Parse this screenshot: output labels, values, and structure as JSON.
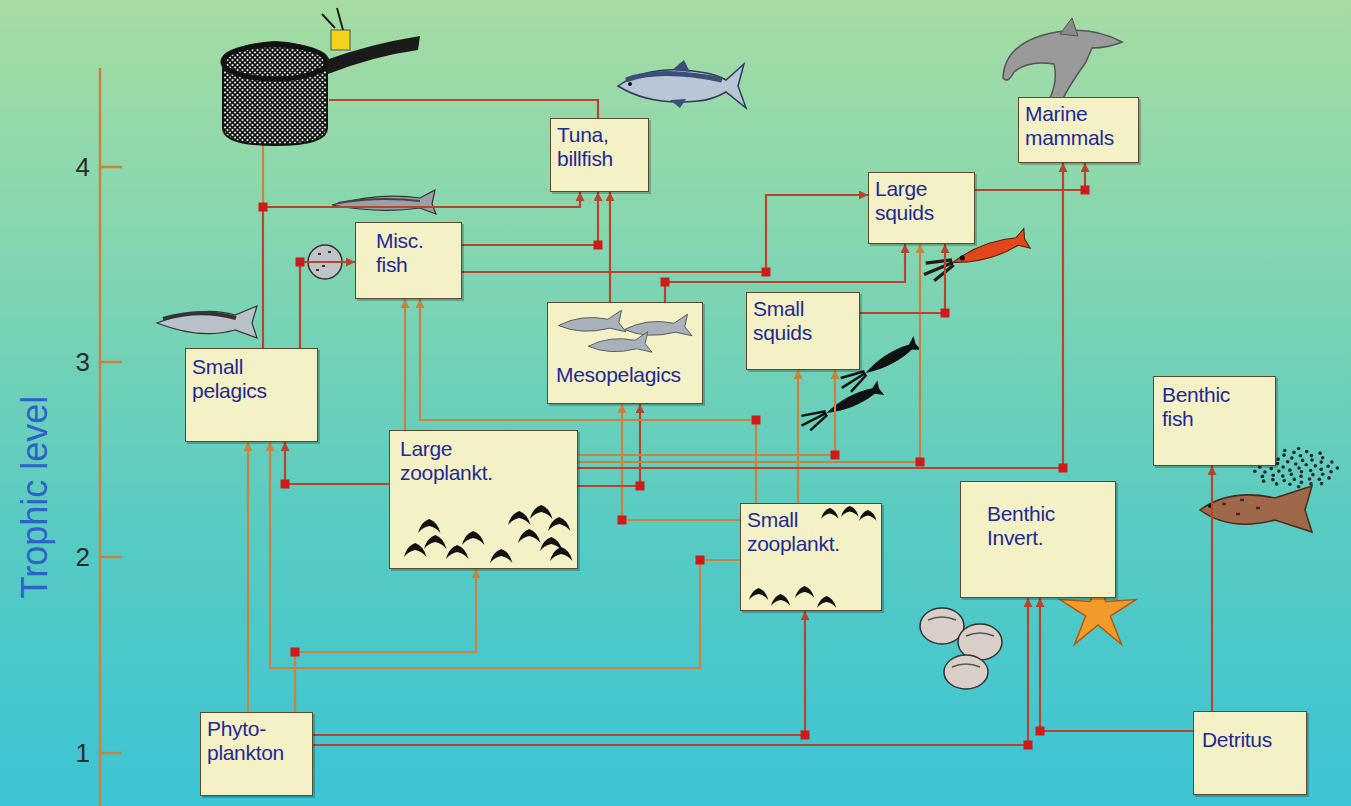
{
  "diagram": {
    "nodes": [
      {
        "text": [
          "Tuna, billfish"
        ]
      },
      {
        "text": [
          "Marine mammals"
        ]
      },
      {
        "text": [
          "Large squids"
        ]
      },
      {
        "text": [
          "Misc. fish"
        ]
      },
      {
        "text": [
          "Small squids"
        ]
      },
      {
        "text": [
          "Mesopelagics"
        ]
      },
      {
        "text": [
          "Small pelagics"
        ]
      },
      {
        "text": [
          "Benthic fish"
        ]
      },
      {
        "text": [
          "Large zooplankt."
        ]
      },
      {
        "text": [
          "Benthic Invert."
        ]
      },
      {
        "text": [
          "Small zooplankt."
        ]
      },
      {
        "text": [
          "Phyto- plankton"
        ]
      },
      {
        "text": [
          "Detritus"
        ]
      }
    ],
    "edges": [
      {
        "from": 11,
        "to": 6,
        "arrow": "to"
      },
      {
        "from": 11,
        "to": 8,
        "arrow": "to"
      },
      {
        "from": 11,
        "to": 10,
        "arrow": "to"
      },
      {
        "from": 11,
        "to": 9,
        "arrow": "to"
      },
      {
        "from": 12,
        "to": 9,
        "arrow": "to"
      },
      {
        "from": 12,
        "to": 7,
        "arrow": "to"
      },
      {
        "from": 10,
        "to": 6,
        "arrow": "to"
      },
      {
        "from": 8,
        "to": 6,
        "arrow": "to"
      },
      {
        "from": 10,
        "to": 5,
        "arrow": "to"
      },
      {
        "from": 8,
        "to": 5,
        "arrow": "to"
      },
      {
        "from": 10,
        "to": 3,
        "arrow": "to"
      },
      {
        "from": 8,
        "to": 3,
        "arrow": "to"
      },
      {
        "from": 10,
        "to": 4,
        "arrow": "to"
      },
      {
        "from": 8,
        "to": 4,
        "arrow": "to"
      },
      {
        "from": 8,
        "to": 2,
        "arrow": "to"
      },
      {
        "from": 8,
        "to": 1,
        "arrow": "to"
      },
      {
        "from": 6,
        "to": 3,
        "arrow": "to"
      },
      {
        "from": 6,
        "to": 0,
        "arrow": "to"
      },
      {
        "from": 3,
        "to": 0,
        "arrow": "to"
      },
      {
        "from": 5,
        "to": 0,
        "arrow": "to"
      },
      {
        "from": 3,
        "to": 2,
        "arrow": "to"
      },
      {
        "from": 5,
        "to": 2,
        "arrow": "to"
      },
      {
        "from": 4,
        "to": 2,
        "arrow": "to"
      },
      {
        "from": 2,
        "to": 1,
        "arrow": "to"
      }
    ],
    "labels": [
      "4",
      "3",
      "Trophic level",
      "2",
      "1"
    ]
  }
}
